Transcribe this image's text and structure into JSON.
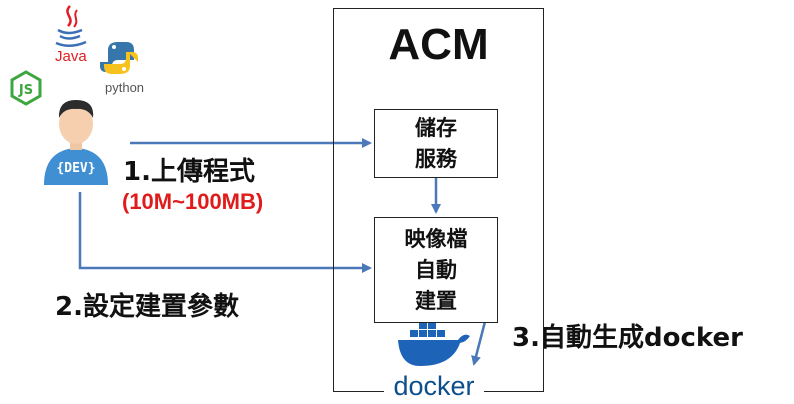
{
  "diagram": {
    "title": "ACM",
    "storage_box": {
      "line1": "儲存",
      "line2": "服務"
    },
    "image_box": {
      "line1": "映像檔",
      "line2": "自動",
      "line3": "建置"
    },
    "step1": {
      "label": "1.上傳程式",
      "size": "(10M~100MB)"
    },
    "step2": {
      "label": "2.設定建置參數"
    },
    "step3": {
      "label": "3.自動生成docker"
    },
    "docker_logo_text": "docker",
    "language_logos": {
      "java": "Java",
      "python": "python"
    },
    "developer_badge": "{DEV}",
    "colors": {
      "arrow": "#4a78b8",
      "size_text": "#e01b1b",
      "docker_blue": "#1d63b8",
      "js_green": "#3ea63e",
      "dev_blue": "#3f8fd2"
    },
    "icons": [
      "java-icon",
      "python-icon",
      "nodejs-icon",
      "developer-icon",
      "docker-whale-icon"
    ]
  }
}
